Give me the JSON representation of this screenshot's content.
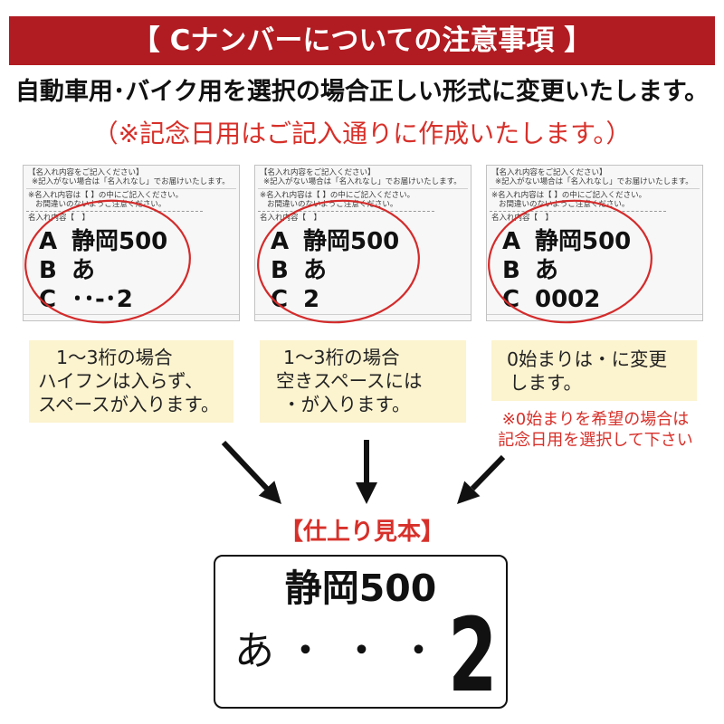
{
  "header": {
    "title": "【 Cナンバーについての注意事項 】"
  },
  "intro": {
    "line1": "自動車用･バイク用を選択の場合正しい形式に変更いたします。",
    "line2": "（※記念日用はご記入通りに作成いたします。）"
  },
  "form": {
    "heading": "【名入れ内容をご記入ください】",
    "note1": "※記入がない場合は「名入れなし」でお届けいたします。",
    "note2": "※名入れ内容は【 】の中にご記入ください。",
    "note3": "お間違いのないようご注意ください。",
    "field_label": "名入れ内容【　】"
  },
  "panels": [
    {
      "entries": [
        {
          "key": "A",
          "value": "静岡500"
        },
        {
          "key": "B",
          "value": "あ"
        },
        {
          "key": "C",
          "value": "･･-･2"
        }
      ],
      "note": [
        "1～3桁の場合",
        "ハイフンは入らず、",
        "スペースが入ります。"
      ]
    },
    {
      "entries": [
        {
          "key": "A",
          "value": "静岡500"
        },
        {
          "key": "B",
          "value": "あ"
        },
        {
          "key": "C",
          "value": "2"
        }
      ],
      "note": [
        "1～3桁の場合",
        "空きスペースには",
        "・が入ります。"
      ]
    },
    {
      "entries": [
        {
          "key": "A",
          "value": "静岡500"
        },
        {
          "key": "B",
          "value": "あ"
        },
        {
          "key": "C",
          "value": "0002"
        }
      ],
      "note": [
        "0始まりは・に変更",
        "します。"
      ],
      "warning": [
        "※0始まりを希望の場合は",
        "記念日用を選択して下さい"
      ]
    }
  ],
  "sample": {
    "title": "【仕上り見本】",
    "plate": {
      "region": "静岡500",
      "kana": "あ",
      "number": [
        "・",
        "・",
        "・",
        "2"
      ]
    }
  },
  "colors": {
    "banner": "#b11c22",
    "accent_red": "#d7302a",
    "ellipse": "#d42b2b",
    "note_background": "#fcf3cf"
  },
  "icons": {
    "arrows": [
      "arrow-down-right-icon",
      "arrow-down-icon",
      "arrow-down-left-icon"
    ]
  }
}
